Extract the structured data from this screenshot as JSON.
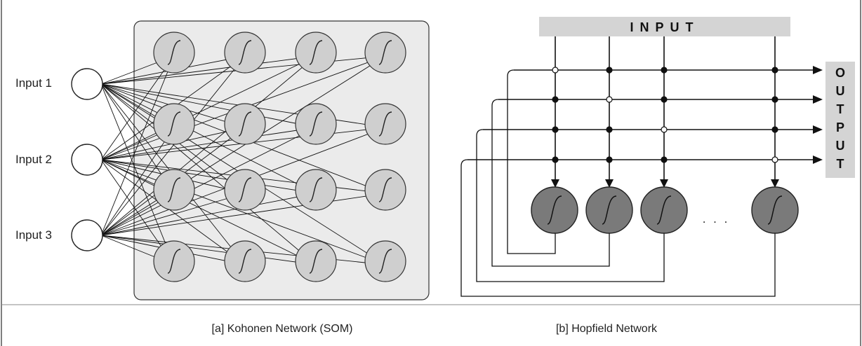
{
  "kohonen": {
    "inputs": [
      "Input 1",
      "Input 2",
      "Input 3"
    ],
    "grid_rows": 4,
    "grid_cols": 4,
    "caption": "[a] Kohonen Network (SOM)"
  },
  "hopfield": {
    "input_label": "INPUT",
    "output_label": "OUTPUT",
    "neuron_count_shown": 4,
    "ellipsis": ". . .",
    "caption": "[b] Hopfield Network"
  },
  "colors": {
    "som_panel": "#ebebeb",
    "som_neuron": "#cfcfcf",
    "hopfield_neuron": "#7a7a7a",
    "bar": "#d4d4d4",
    "line": "#111111"
  }
}
